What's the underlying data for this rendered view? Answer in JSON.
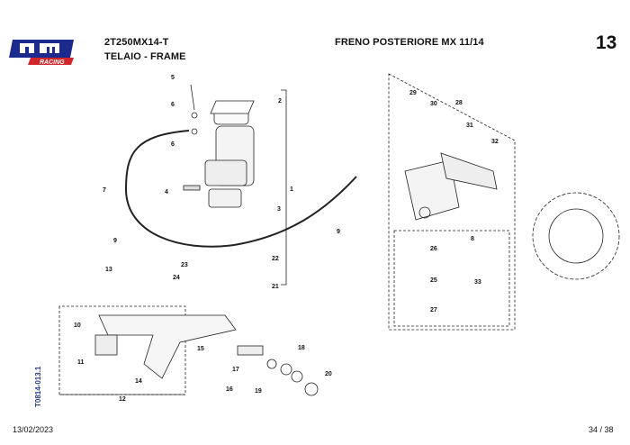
{
  "header": {
    "model": "2T250MX14-T",
    "frame": "TELAIO - FRAME",
    "title": "FRENO POSTERIORE MX 11/14",
    "page_number": "13"
  },
  "logo": {
    "text": "tm",
    "subtext": "RACING",
    "colors": {
      "main": "#1b2a8c",
      "accent": "#d1262c"
    }
  },
  "footer": {
    "date": "13/02/2023",
    "page_count": "34 / 38",
    "doc_ref": "T0814-013.1"
  },
  "callouts": [
    "1",
    "2",
    "3",
    "4",
    "5",
    "6",
    "6",
    "7",
    "8",
    "9",
    "9",
    "10",
    "11",
    "12",
    "13",
    "14",
    "15",
    "16",
    "17",
    "18",
    "19",
    "20",
    "21",
    "22",
    "23",
    "24",
    "25",
    "26",
    "27",
    "28",
    "29",
    "30",
    "31",
    "32",
    "33"
  ]
}
